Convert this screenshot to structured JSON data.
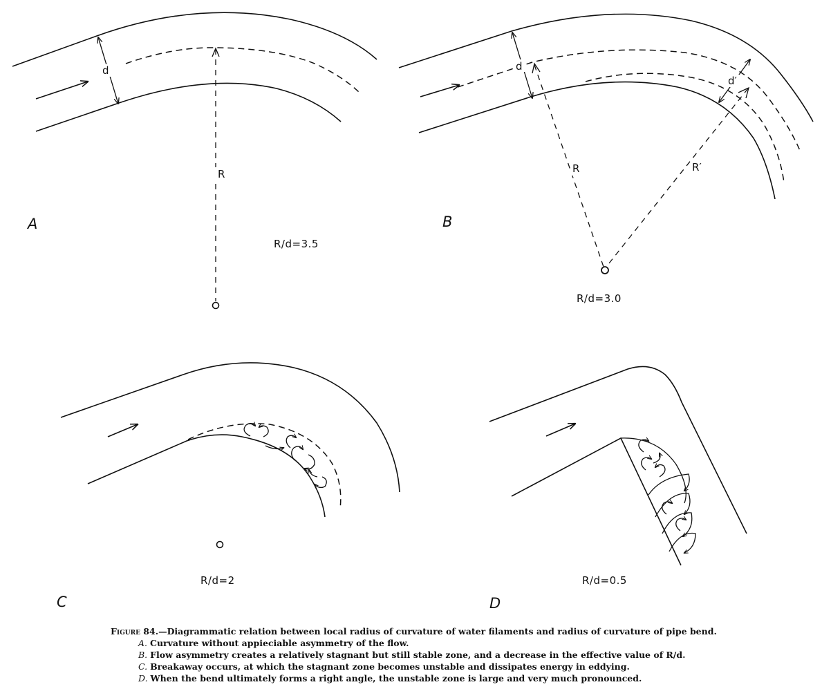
{
  "panels": {
    "a": {
      "letter": "A",
      "ratio": "R/d=3.5",
      "labels": {
        "d": "d",
        "r": "R"
      }
    },
    "b": {
      "letter": "B",
      "ratio": "R/d=3.0",
      "labels": {
        "d": "d",
        "d_prime": "d′",
        "r": "R",
        "r_prime": "R′"
      }
    },
    "c": {
      "letter": "C",
      "ratio": "R/d=2"
    },
    "d": {
      "letter": "D",
      "ratio": "R/d=0.5"
    }
  },
  "caption": {
    "figure_label": "Figure 84.",
    "title": "—Diagrammatic relation between local radius of curvature of water filaments and radius of curvature of pipe bend.",
    "items": [
      {
        "key": "A.",
        "text": "Curvature without appieciable asymmetry of the flow."
      },
      {
        "key": "B.",
        "text": "Flow asymmetry creates a relatively stagnant but still stable zone, and a decrease in the effective value of R/d."
      },
      {
        "key": "C.",
        "text": "Breakaway occurs, at which the stagnant zone becomes unstable and dissipates energy in eddying."
      },
      {
        "key": "D.",
        "text": "When the bend ultimately forms a right angle, the unstable zone is large and very much pronounced."
      }
    ]
  }
}
